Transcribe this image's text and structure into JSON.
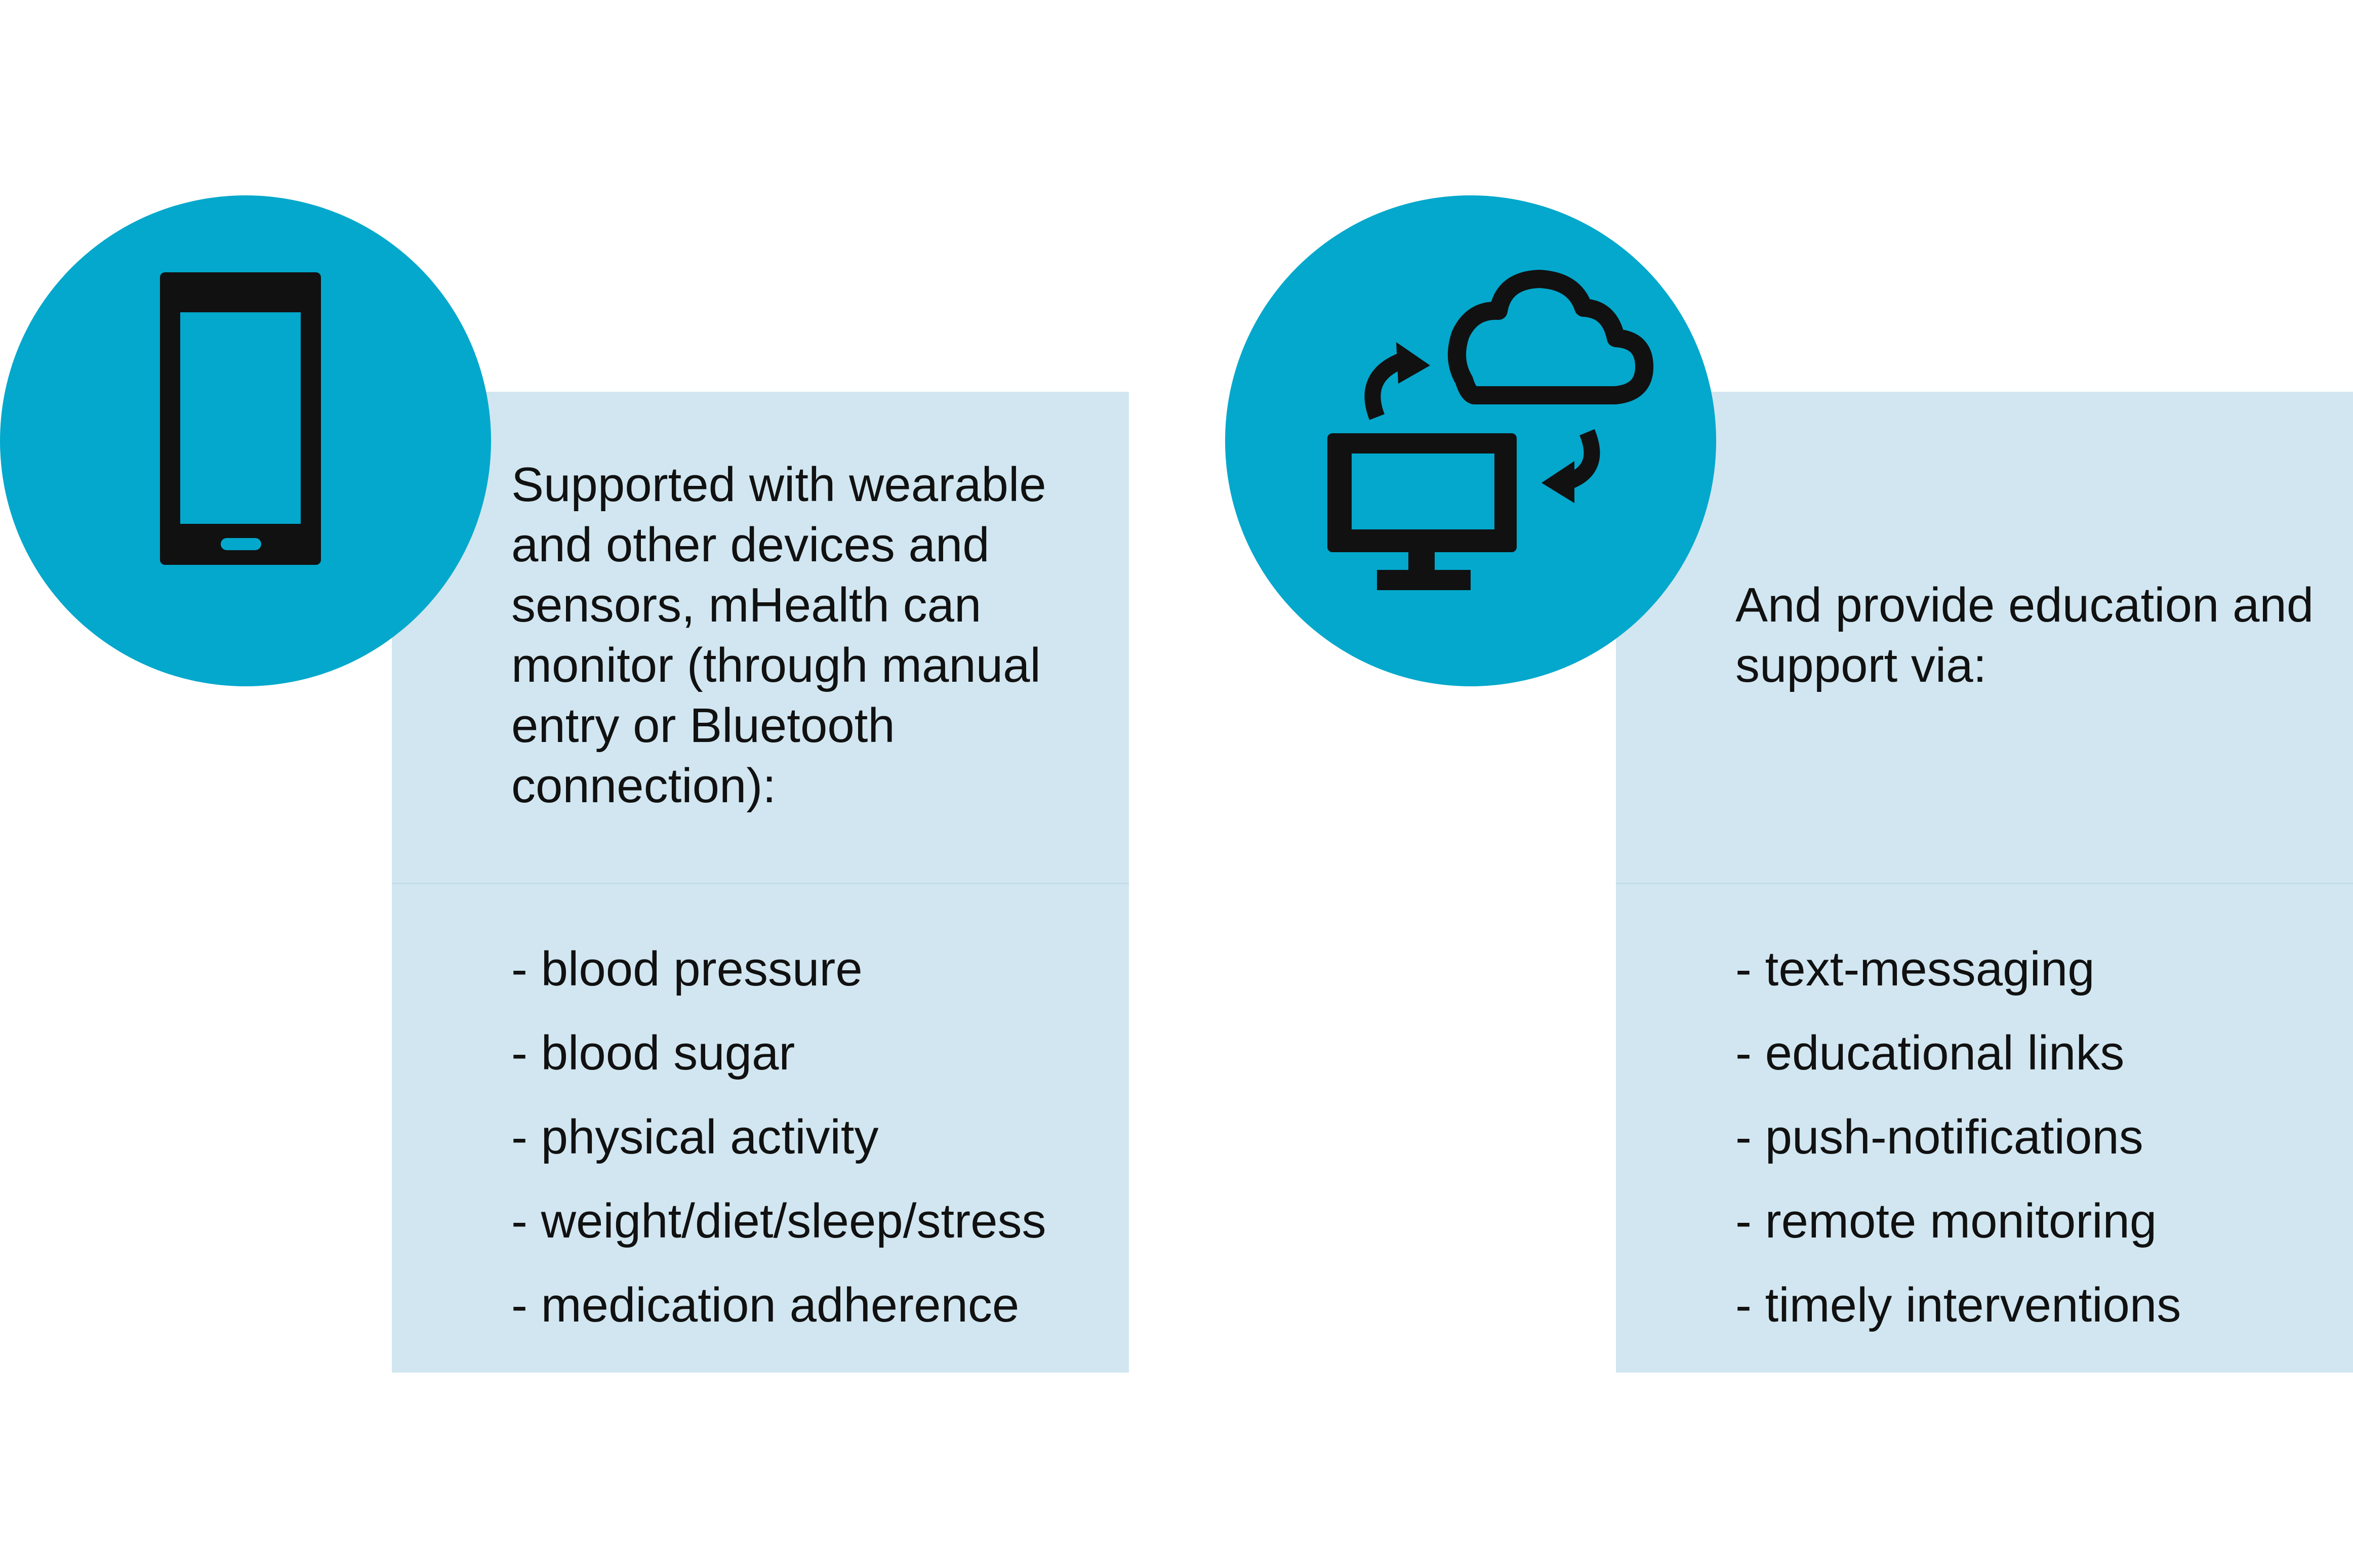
{
  "colors": {
    "circle": "#03a8cc",
    "panel": "#d1e6f0",
    "icon": "#111111",
    "phone_button": "#03a8cc"
  },
  "left_card": {
    "icon": "smartphone-icon",
    "intro": "Supported with wearable and other devices and sensors, mHealth can monitor (through manual entry or Bluetooth connection):",
    "items": [
      "- blood pressure",
      "- blood sugar",
      "- physical activity",
      "- weight/diet/sleep/stress",
      "- medication adherence"
    ]
  },
  "right_card": {
    "icon": "cloud-sync-computer-icon",
    "intro": "And provide education and support via:",
    "items": [
      "- text-messaging",
      "- educational links",
      "- push-notifications",
      "- remote monitoring",
      "- timely interventions"
    ]
  }
}
